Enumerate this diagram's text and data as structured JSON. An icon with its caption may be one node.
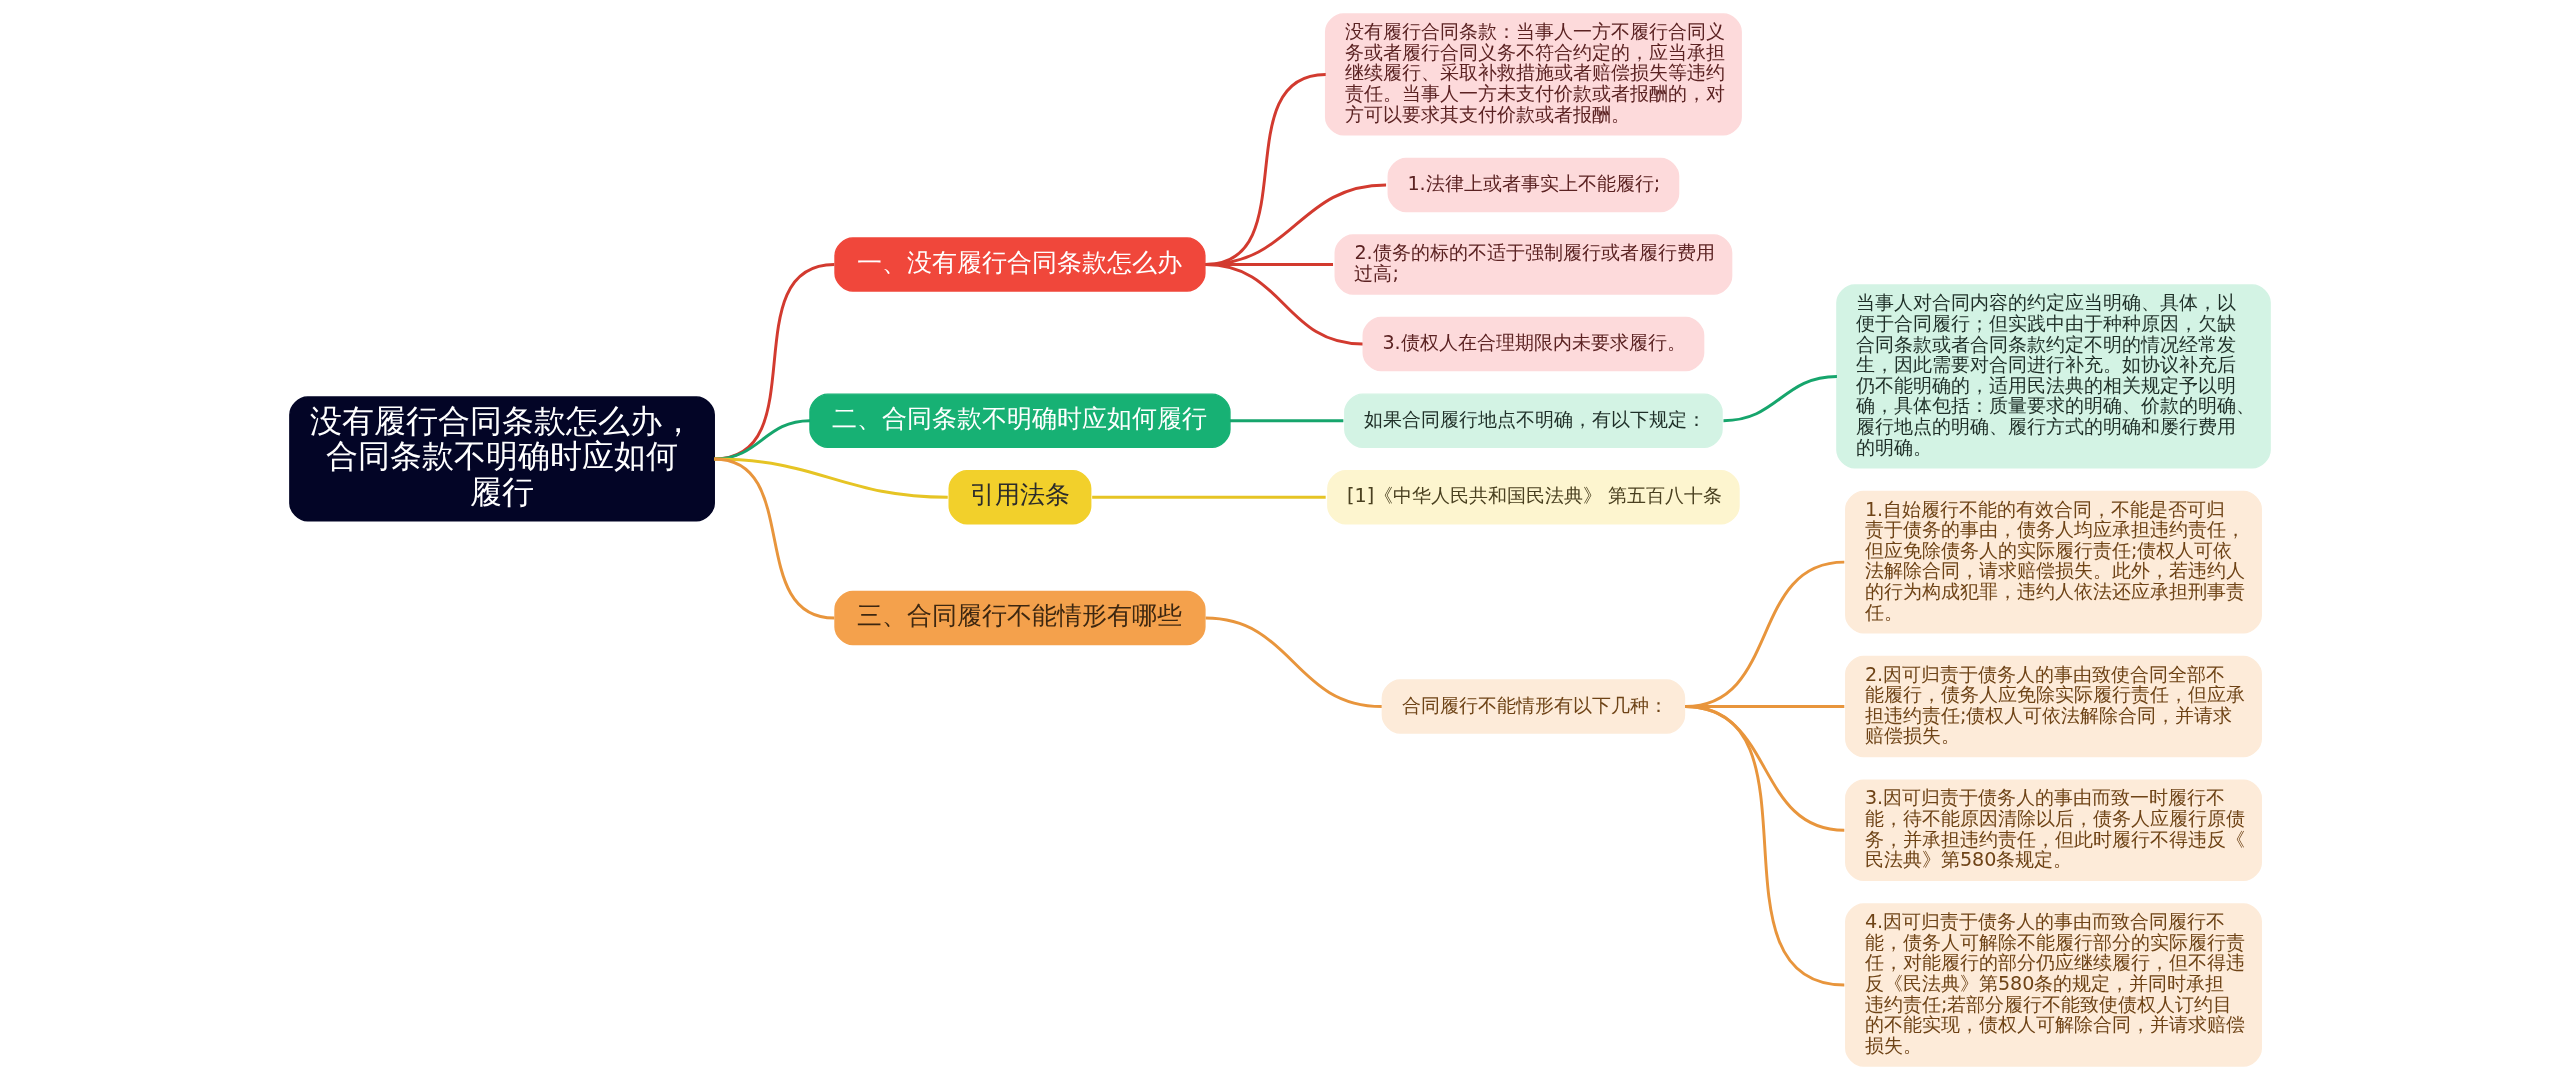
{
  "diagram": {
    "nodes": [
      {
        "text": [
          "没有履行合同条款怎么办，合同条款不明确时应如何履行"
        ]
      },
      {
        "text": [
          "一、没有履行合同条款怎么办"
        ]
      },
      {
        "text": [
          "没有履行合同条款：当事人一方不履行合同义务或者履行合同义务不符合约定的，应当承担继续履行、采取补救措施或者赔偿损失等违约责任。当事人一方未支付价款或者报酬的，对方可以要求其支付价款或者报酬。"
        ]
      },
      {
        "text": [
          "1.法律上或者事实上不能履行;"
        ]
      },
      {
        "text": [
          "2.债务的标的不适于强制履行或者履行费用过高;"
        ]
      },
      {
        "text": [
          "3.债权人在合理期限内未要求履行。"
        ]
      },
      {
        "text": [
          "二、合同条款不明确时应如何履行"
        ]
      },
      {
        "text": [
          "如果合同履行地点不明确，有以下规定："
        ]
      },
      {
        "text": [
          "当事人对合同内容的约定应当明确、具体，以便于合同履行；但实践中由于种种原因，欠缺合同条款或者合同条款约定不明的情况经常发生，因此需要对合同进行补充。如协议补充后仍不能明确的，适用民法典的相关规定予以明确，具体包括：质量要求的明确、价款的明确、履行地点的明确、履行方式的明确和屡行费用的明确。"
        ]
      },
      {
        "text": [
          "引用法条"
        ]
      },
      {
        "text": [
          "[1]《中华人民共和国民法典》 第五百八十条"
        ]
      },
      {
        "text": [
          "三、合同履行不能情形有哪些"
        ]
      },
      {
        "text": [
          "合同履行不能情形有以下几种："
        ]
      },
      {
        "text": [
          "1.自始履行不能的有效合同，不能是否可归责于债务的事由，债务人均应承担违约责任，但应免除债务人的实际履行责任;债权人可依法解除合同，请求赔偿损失。此外，若违约人的行为构成犯罪，违约人依法还应承担刑事责任。"
        ]
      },
      {
        "text": [
          "2.因可归责于债务人的事由致使合同全部不能履行，债务人应免除实际履行责任，但应承担违约责任;债权人可依法解除合同，并请求赔偿损失。"
        ]
      },
      {
        "text": [
          "3.因可归责于债务人的事由而致一时履行不能，待不能原因清除以后，债务人应履行原债务，并承担违约责任，但此时履行不得违反《民法典》第580条规定。"
        ]
      },
      {
        "text": [
          "4.因可归责于债务人的事由而致合同履行不能，债务人可解除不能履行部分的实际履行责任，对能履行的部分仍应继续履行，但不得违反《民法典》第580条的规定，并同时承担违约责任;若部分履行不能致使债权人订约目的不能实现，债权人可解除合同，并请求赔偿损失。"
        ]
      }
    ],
    "edges": [
      {
        "from": 0,
        "to": 1,
        "arrow": "none",
        "color": "#d23a2f"
      },
      {
        "from": 1,
        "to": 2,
        "arrow": "none",
        "color": "#d23a2f"
      },
      {
        "from": 1,
        "to": 3,
        "arrow": "none",
        "color": "#d23a2f"
      },
      {
        "from": 1,
        "to": 4,
        "arrow": "none",
        "color": "#d23a2f"
      },
      {
        "from": 1,
        "to": 5,
        "arrow": "none",
        "color": "#d23a2f"
      },
      {
        "from": 0,
        "to": 6,
        "arrow": "none",
        "color": "#16a56c"
      },
      {
        "from": 6,
        "to": 7,
        "arrow": "none",
        "color": "#16a56c"
      },
      {
        "from": 7,
        "to": 8,
        "arrow": "none",
        "color": "#16a56c"
      },
      {
        "from": 0,
        "to": 9,
        "arrow": "none",
        "color": "#e6c424"
      },
      {
        "from": 9,
        "to": 10,
        "arrow": "none",
        "color": "#e6c424"
      },
      {
        "from": 0,
        "to": 11,
        "arrow": "none",
        "color": "#e8953c"
      },
      {
        "from": 11,
        "to": 12,
        "arrow": "none",
        "color": "#e8953c"
      },
      {
        "from": 12,
        "to": 13,
        "arrow": "none",
        "color": "#e8953c"
      },
      {
        "from": 12,
        "to": 14,
        "arrow": "none",
        "color": "#e8953c"
      },
      {
        "from": 12,
        "to": 15,
        "arrow": "none",
        "color": "#e8953c"
      },
      {
        "from": 12,
        "to": 16,
        "arrow": "none",
        "color": "#e8953c"
      }
    ]
  }
}
